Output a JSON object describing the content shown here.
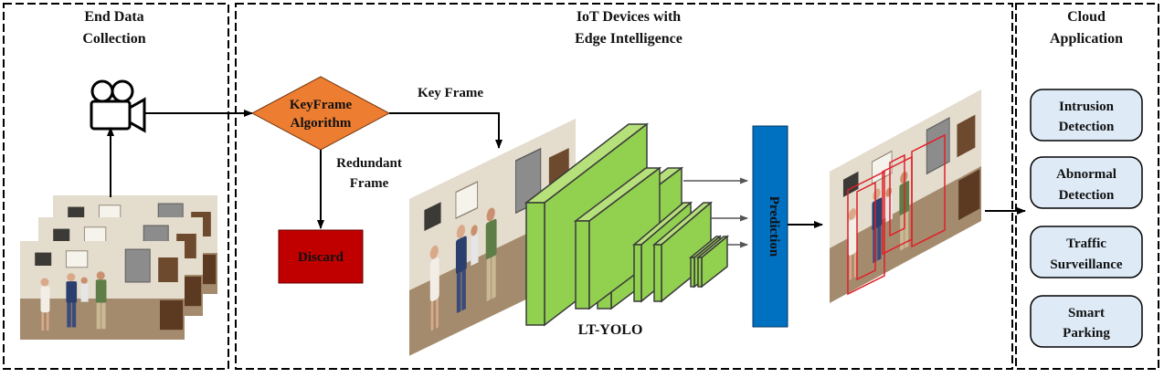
{
  "sections": {
    "end": {
      "title_line1": "End Data",
      "title_line2": "Collection"
    },
    "iot": {
      "title_line1": "IoT Devices with",
      "title_line2": "Edge Intelligence"
    },
    "cloud": {
      "title_line1": "Cloud",
      "title_line2": "Application"
    }
  },
  "flow": {
    "keyframe_algorithm_line1": "KeyFrame",
    "keyframe_algorithm_line2": "Algorithm",
    "key_frame_label": "Key Frame",
    "redundant_line1": "Redundant",
    "redundant_line2": "Frame",
    "discard_label": "Discard",
    "model_label": "LT-YOLO",
    "prediction_label": "Prediction"
  },
  "applications": [
    {
      "line1": "Intrusion",
      "line2": "Detection"
    },
    {
      "line1": "Abnormal",
      "line2": "Detection"
    },
    {
      "line1": "Traffic",
      "line2": "Surveillance"
    },
    {
      "line1": "Smart",
      "line2": "Parking"
    }
  ],
  "icons": {
    "camera": "video-camera-icon"
  },
  "colors": {
    "keyframe_fill": "#ED7D31",
    "discard_fill": "#C00000",
    "network_fill": "#92D050",
    "prediction_fill": "#0070C0",
    "app_fill": "#DEEBF7",
    "bbox_color": "#E0202A"
  }
}
